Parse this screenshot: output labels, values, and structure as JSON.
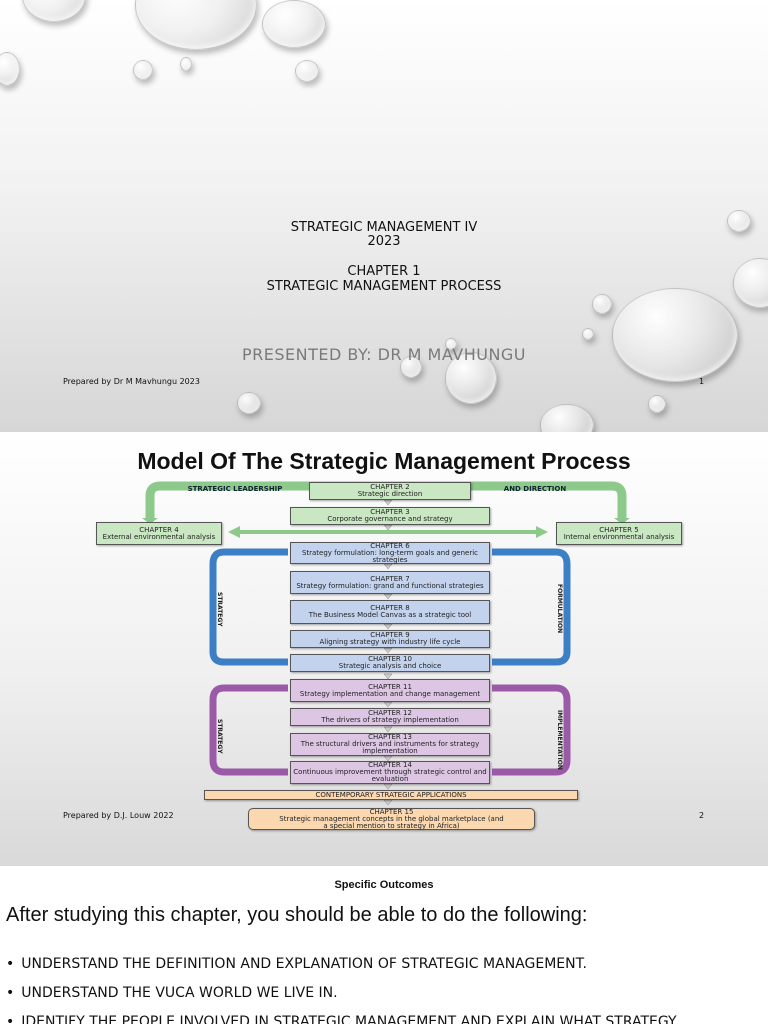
{
  "slide1": {
    "title_lines": [
      "STRATEGIC MANAGEMENT IV",
      "2023",
      "CHAPTER 1",
      "STRATEGIC MANAGEMENT PROCESS"
    ],
    "presenter": "PRESENTED BY: DR M MAVHUNGU",
    "footer_left": "Prepared by Dr M Mavhungu 2023",
    "page_number": "1"
  },
  "slide2": {
    "title": "Model Of The Strategic Management Process",
    "banner_left": "STRATEGIC LEADERSHIP",
    "banner_right": "AND DIRECTION",
    "label_formulation_left": "STRATEGY",
    "label_formulation_right": "FORMULATION",
    "label_implementation_left": "STRATEGY",
    "label_implementation_right": "IMPLEMENTATION",
    "boxes": {
      "ch2": {
        "chapter": "CHAPTER 2",
        "text": "Strategic direction"
      },
      "ch3": {
        "chapter": "CHAPTER 3",
        "text": "Corporate governance and strategy"
      },
      "ch4": {
        "chapter": "CHAPTER 4",
        "text": "External environmental analysis"
      },
      "ch5": {
        "chapter": "CHAPTER 5",
        "text": "Internal environmental analysis"
      },
      "ch6": {
        "chapter": "CHAPTER 6",
        "text": "Strategy formulation: long-term goals and generic strategies"
      },
      "ch7": {
        "chapter": "CHAPTER 7",
        "text": "Strategy formulation: grand and functional strategies"
      },
      "ch8": {
        "chapter": "CHAPTER 8",
        "text": "The Business Model Canvas as a strategic tool"
      },
      "ch9": {
        "chapter": "CHAPTER 9",
        "text": "Aligning strategy with industry life cycle"
      },
      "ch10": {
        "chapter": "CHAPTER 10",
        "text": "Strategic analysis and choice"
      },
      "ch11": {
        "chapter": "CHAPTER 11",
        "text": "Strategy implementation and change management"
      },
      "ch12": {
        "chapter": "CHAPTER 12",
        "text": "The drivers of strategy implementation"
      },
      "ch13": {
        "chapter": "CHAPTER 13",
        "text": "The structural drivers and instruments for strategy implementation"
      },
      "ch14": {
        "chapter": "CHAPTER 14",
        "text": "Continuous improvement through strategic control and evaluation"
      },
      "contemporary": {
        "text": "CONTEMPORARY STRATEGIC APPLICATIONS"
      },
      "ch15": {
        "chapter": "CHAPTER 15",
        "text": "Strategic management concepts in the global marketplace (and a special mention to strategy in Africa)"
      }
    },
    "footer_left": "Prepared by D.J. Louw 2022",
    "page_number": "2"
  },
  "slide3": {
    "heading": "Specific Outcomes",
    "intro": "After studying this chapter, you should be able to do the following:",
    "bullets": [
      "UNDERSTAND THE DEFINITION AND EXPLANATION OF STRATEGIC MANAGEMENT.",
      "UNDERSTAND THE VUCA WORLD WE LIVE IN.",
      "IDENTIFY THE PEOPLE INVOLVED IN STRATEGIC MANAGEMENT AND EXPLAIN WHAT STRATEGY"
    ]
  },
  "colors": {
    "green_box": "#c9e7c2",
    "blue_box": "#c3d3ee",
    "purple_box": "#dcc6e4",
    "orange_box": "#fbd8b0",
    "green_arrow": "#8cc98a",
    "blue_arrow": "#3c7fc4",
    "purple_arrow": "#9a5aa8"
  }
}
